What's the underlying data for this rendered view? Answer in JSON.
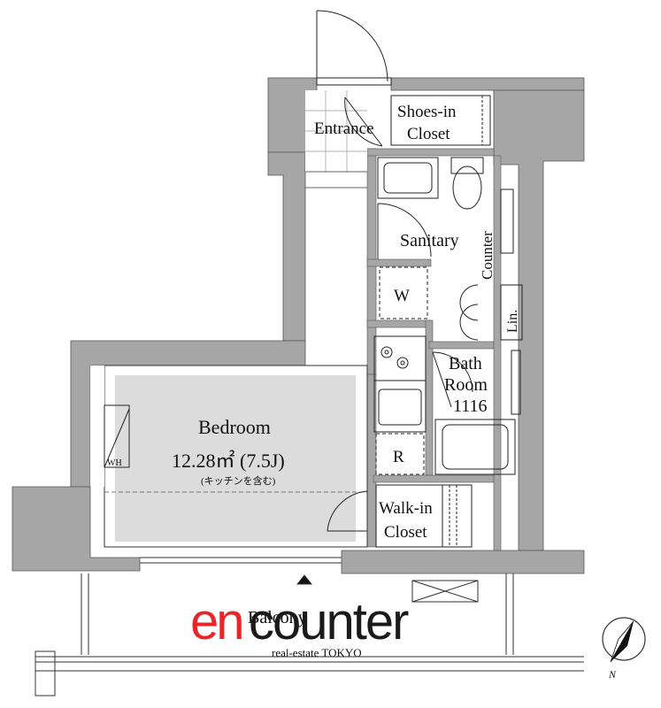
{
  "rooms": {
    "entrance": "Entrance",
    "shoes_closet_line1": "Shoes-in",
    "shoes_closet_line2": "Closet",
    "sanitary": "Sanitary",
    "counter": "Counter",
    "washer": "W",
    "linen": "Lin.",
    "bath_line1": "Bath",
    "bath_line2": "Room",
    "bath_line3": "1116",
    "bedroom": "Bedroom",
    "bedroom_area": "12.28㎡ (7.5J)",
    "bedroom_note": "(キッチンを含む)",
    "wh": "WH",
    "refrigerator": "R",
    "walkin_line1": "Walk-in",
    "walkin_line2": "Closet",
    "balcony": "Balcony"
  },
  "logo": {
    "en": "en",
    "counter": "counter",
    "tagline": "real-estate TOKYO"
  },
  "compass": {
    "north": "N"
  },
  "colors": {
    "wall": "#a6a6a6",
    "room_shade": "#dcdcdc",
    "logo_red": "#e8262a"
  }
}
